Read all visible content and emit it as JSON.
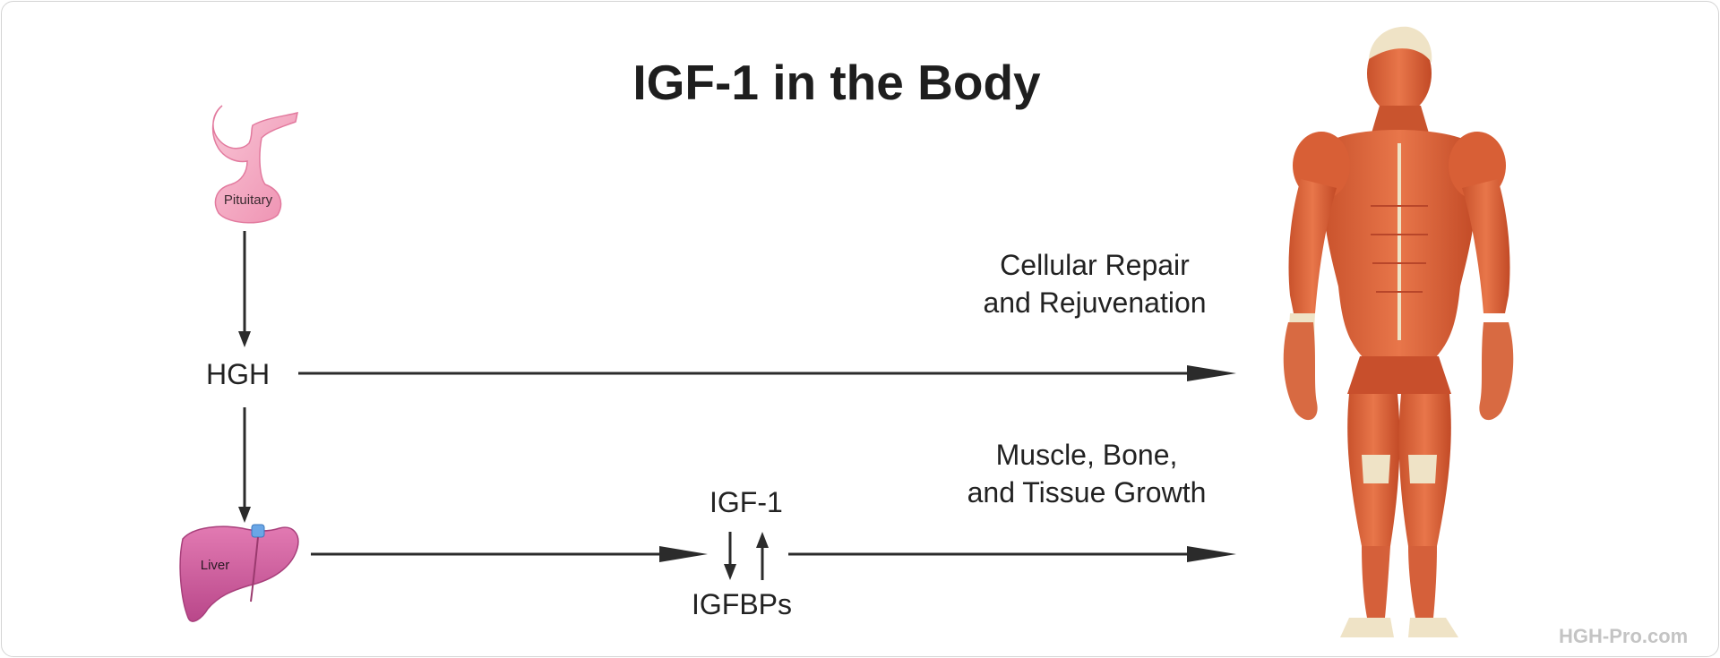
{
  "title": "IGF-1 in the Body",
  "nodes": {
    "pituitary": "Pituitary",
    "hgh": "HGH",
    "liver": "Liver",
    "igf1": "IGF-1",
    "igfbps": "IGFBPs"
  },
  "effects": {
    "cellular_line1": "Cellular Repair",
    "cellular_line2": "and Rejuvenation",
    "muscle_line1": "Muscle, Bone,",
    "muscle_line2": "and Tissue Growth"
  },
  "watermark": "HGH-Pro.com",
  "colors": {
    "arrow": "#2b2b2b",
    "pituitary": "#f2a3bd",
    "liver": "#cf5c9a",
    "muscle": "#d9643a",
    "tendon": "#efe6cf"
  }
}
